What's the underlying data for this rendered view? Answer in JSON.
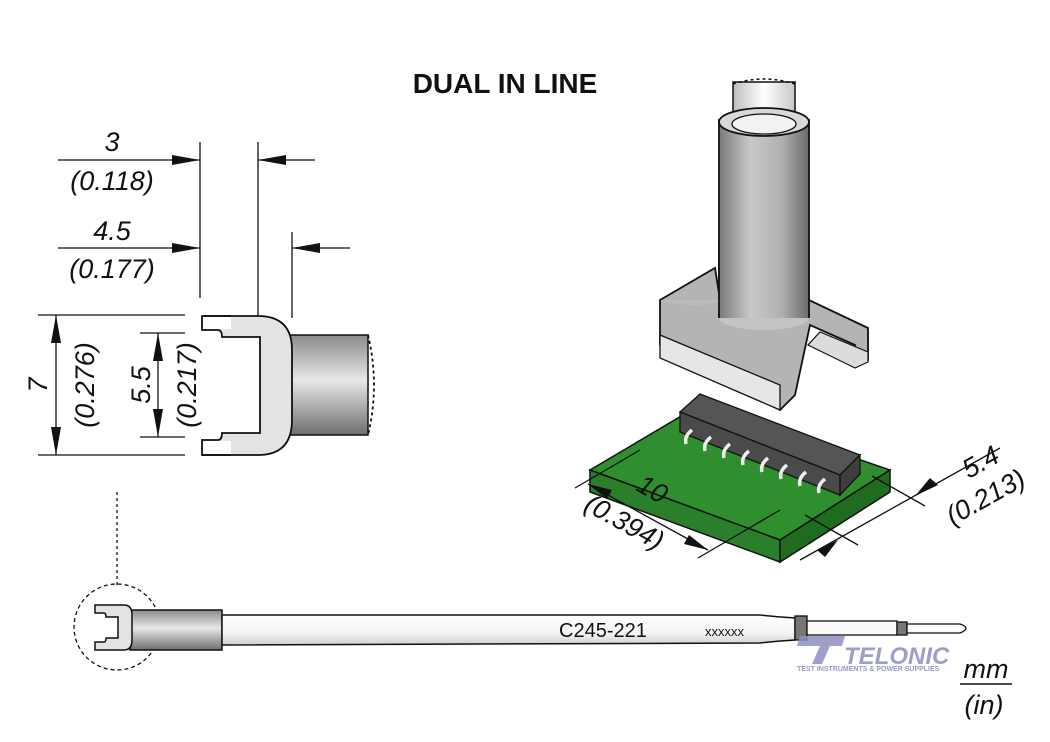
{
  "title": "DUAL IN LINE",
  "dimensions": {
    "tip_width_inner": {
      "mm": "3",
      "in": "(0.118)"
    },
    "tip_width_outer": {
      "mm": "4.5",
      "in": "(0.177)"
    },
    "tip_height_outer": {
      "mm": "7",
      "in": "(0.276)"
    },
    "tip_height_inner": {
      "mm": "5.5",
      "in": "(0.217)"
    },
    "ic_length": {
      "mm": "10",
      "in": "(0.394)"
    },
    "ic_width": {
      "mm": "5.4",
      "in": "(0.213)"
    }
  },
  "cartridge": {
    "model": "C245-221",
    "serial": "xxxxxx"
  },
  "units": {
    "primary": "mm",
    "secondary": "(in)"
  },
  "watermark": {
    "brand": "TELONIC",
    "tagline": "TEST INSTRUMENTS & POWER SUPPLIES"
  },
  "colors": {
    "pcb_green": "#2e8b2e",
    "pcb_dark": "#1f6b1f",
    "ic_body": "#5a5a5a",
    "metal_light": "#d9d9d9",
    "metal_mid": "#a8a8a8",
    "watermark": "#8d8fc0"
  }
}
